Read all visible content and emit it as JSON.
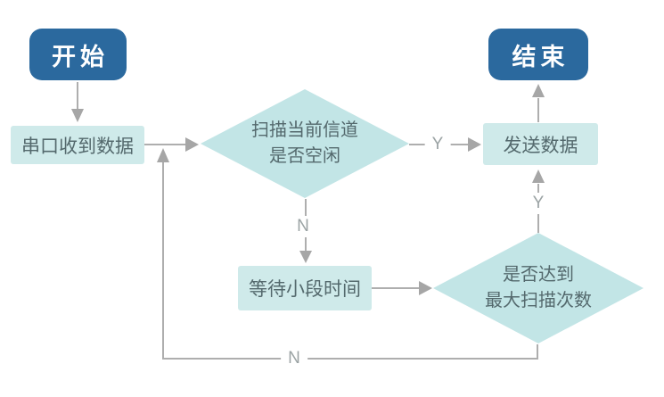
{
  "diagram": {
    "type": "flowchart",
    "language": "zh-CN",
    "colors": {
      "terminal_fill": "#2b699e",
      "terminal_text": "#ffffff",
      "process_fill": "#cfeaea",
      "diamond_fill": "#c2e5e6",
      "node_text": "#54696d",
      "connector": "#aeaeae",
      "edge_label_text": "#9ba3a4",
      "background": "#ffffff"
    },
    "nodes": {
      "start": {
        "label": "开始",
        "shape": "rounded-terminal"
      },
      "end": {
        "label": "结束",
        "shape": "rounded-terminal"
      },
      "serial_rx": {
        "label": "串口收到数据",
        "shape": "process"
      },
      "scan_channel": {
        "label": "扫描当前信道\n是否空闲",
        "shape": "decision"
      },
      "send_data": {
        "label": "发送数据",
        "shape": "process"
      },
      "wait_short": {
        "label": "等待小段时间",
        "shape": "process"
      },
      "max_scans": {
        "label": "是否达到\n最大扫描次数",
        "shape": "decision"
      }
    },
    "edge_labels": {
      "scan_yes": "Y",
      "scan_no": "N",
      "max_yes": "Y",
      "max_no": "N"
    },
    "edges": [
      {
        "from": "start",
        "to": "serial_rx",
        "label": ""
      },
      {
        "from": "serial_rx",
        "to": "scan_channel",
        "label": ""
      },
      {
        "from": "scan_channel",
        "to": "send_data",
        "label": "Y"
      },
      {
        "from": "scan_channel",
        "to": "wait_short",
        "label": "N"
      },
      {
        "from": "send_data",
        "to": "end",
        "label": ""
      },
      {
        "from": "wait_short",
        "to": "max_scans",
        "label": ""
      },
      {
        "from": "max_scans",
        "to": "send_data",
        "label": "Y"
      },
      {
        "from": "max_scans",
        "to": "serial_rx",
        "label": "N"
      }
    ]
  }
}
